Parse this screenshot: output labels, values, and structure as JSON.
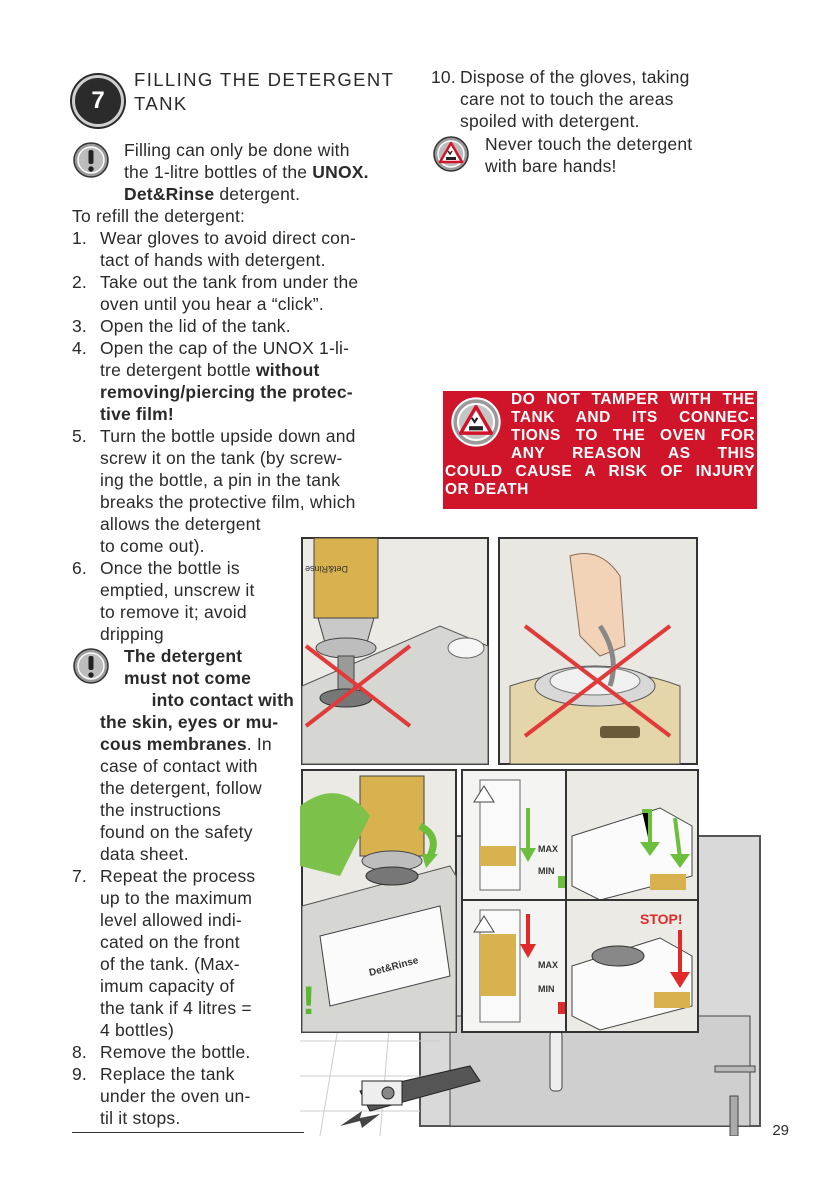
{
  "section": {
    "number": "7",
    "title_line1": "FILLING THE DETERGENT",
    "title_line2": "TANK"
  },
  "note1": {
    "text_a": "Filling can only be done with",
    "text_b": "the 1-litre bottles of the",
    "brand_a": "UNOX.",
    "brand_b": "Det&Rinse",
    "text_c": "detergent."
  },
  "intro": "To refill the detergent:",
  "steps": [
    {
      "n": "1.",
      "lines": [
        "Wear gloves to avoid direct con-",
        "tact of hands with detergent."
      ]
    },
    {
      "n": "2.",
      "lines": [
        "Take out the tank from under the",
        "oven until you hear a “click”."
      ]
    },
    {
      "n": "3.",
      "lines": [
        "Open the lid of the tank."
      ]
    },
    {
      "n": "4.",
      "lines_a": [
        "Open the cap of the UNOX 1-li-",
        "tre detergent bottle"
      ],
      "bold_a": "without",
      "bold_lines": [
        "removing/piercing the protec-",
        "tive film!"
      ]
    },
    {
      "n": "5.",
      "lines": [
        "Turn the bottle upside down and",
        "screw it on the tank (by screw-",
        "ing the bottle, a pin in the tank",
        "breaks the protective film, which",
        "allows the detergent",
        "to come out)."
      ]
    },
    {
      "n": "6.",
      "lines": [
        "Once the bottle is",
        "emptied, unscrew it",
        "to remove it; avoid",
        "dripping"
      ]
    },
    {
      "n": "7.",
      "lines": [
        "Repeat the process",
        "up to the maximum",
        "level allowed indi-",
        "cated on the front",
        "of the tank. (Max-",
        "imum capacity of",
        "the tank if 4 litres =",
        "4 bottles)"
      ]
    },
    {
      "n": "8.",
      "lines": [
        "Remove the bottle."
      ]
    },
    {
      "n": "9.",
      "lines": [
        "Replace the tank",
        "under the oven un-",
        "til it stops."
      ]
    }
  ],
  "note2": {
    "bold_lines": [
      "The detergent",
      "must not come",
      "into contact with",
      "the skin, eyes or mu-"
    ],
    "bold_end": "cous membranes",
    "after_bold": ". In",
    "lines": [
      "case of contact with",
      "the detergent, follow",
      "the instructions",
      "found on the safety",
      "data sheet."
    ]
  },
  "step10": {
    "n": "10.",
    "lines": [
      "Dispose of the gloves, taking",
      "care not to touch the areas",
      "spoiled with detergent."
    ]
  },
  "note3": {
    "lines": [
      "Never touch the detergent",
      "with bare hands!"
    ]
  },
  "danger": {
    "lines": [
      "DO NOT TAMPER WITH THE",
      "TANK AND ITS CONNEC-",
      "TIONS TO THE OVEN FOR",
      "ANY REASON AS THIS",
      "COULD CAUSE A RISK OF INJURY",
      "OR DEATH"
    ]
  },
  "illustration": {
    "bottle_label": "Det&Rinse",
    "tank_label": "Det&Rinse",
    "max_label": "MAX",
    "min_label": "MIN",
    "stop_label": "STOP!",
    "exclaim": "!"
  },
  "page_number": "29",
  "colors": {
    "danger_red": "#d0152b",
    "arrow_green": "#6bbf3c",
    "arrow_red": "#e02a2a",
    "bottle_gold": "#d8b24e"
  }
}
